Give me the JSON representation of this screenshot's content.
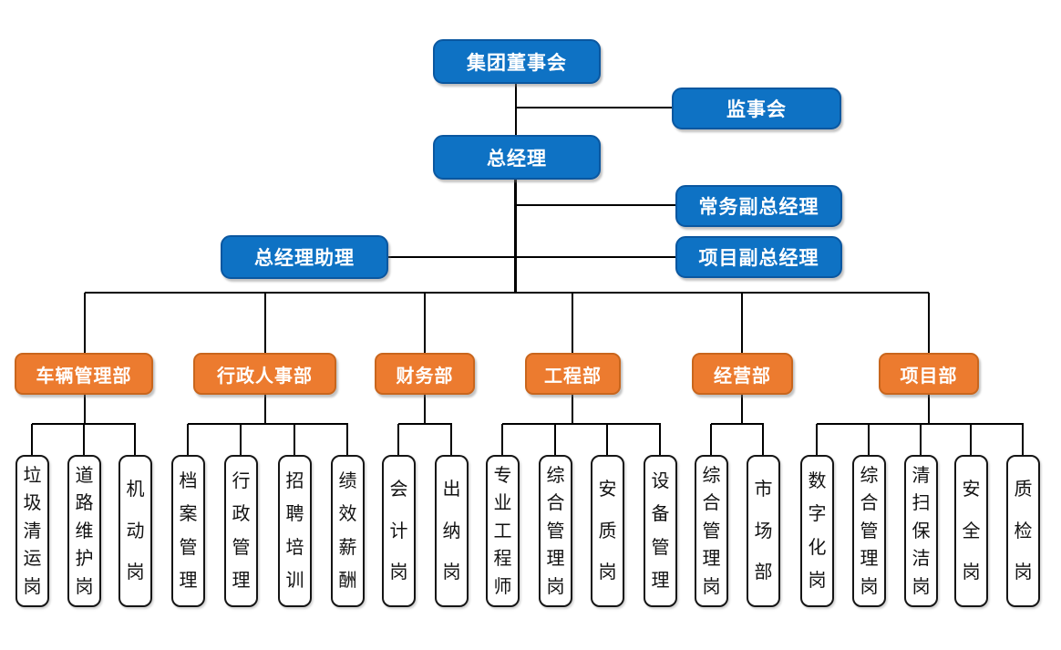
{
  "chart": {
    "title": "",
    "type": "org-chart",
    "colors": {
      "node_blue": "#0E72C4",
      "node_orange": "#EC7B2F",
      "position_box_bg": "#FFFFFF",
      "line": "#000000",
      "node_text": "#FFFFFF",
      "position_text": "#111111"
    },
    "top_nodes": {
      "board": "集团董事会",
      "supervisory": "监事会",
      "general_manager": "总经理",
      "executive_deputy_gm": "常务副总经理",
      "gm_assistant": "总经理助理",
      "project_deputy_gm": "项目副总经理"
    },
    "departments": [
      {
        "label": "车辆管理部",
        "children": [
          "垃圾清运岗",
          "道路维护岗",
          "机动岗"
        ]
      },
      {
        "label": "行政人事部",
        "children": [
          "档案管理",
          "行政管理",
          "招聘培训",
          "绩效薪酬"
        ]
      },
      {
        "label": "财务部",
        "children": [
          "会计岗",
          "出纳岗"
        ]
      },
      {
        "label": "工程部",
        "children": [
          "专业工程师",
          "综合管理岗",
          "安质岗",
          "设备管理"
        ]
      },
      {
        "label": "经营部",
        "children": [
          "综合管理岗",
          "市场部"
        ]
      },
      {
        "label": "项目部",
        "children": [
          "数字化岗",
          "综合管理岗",
          "清扫保洁岗",
          "安全岗",
          "质检岗"
        ]
      }
    ]
  }
}
